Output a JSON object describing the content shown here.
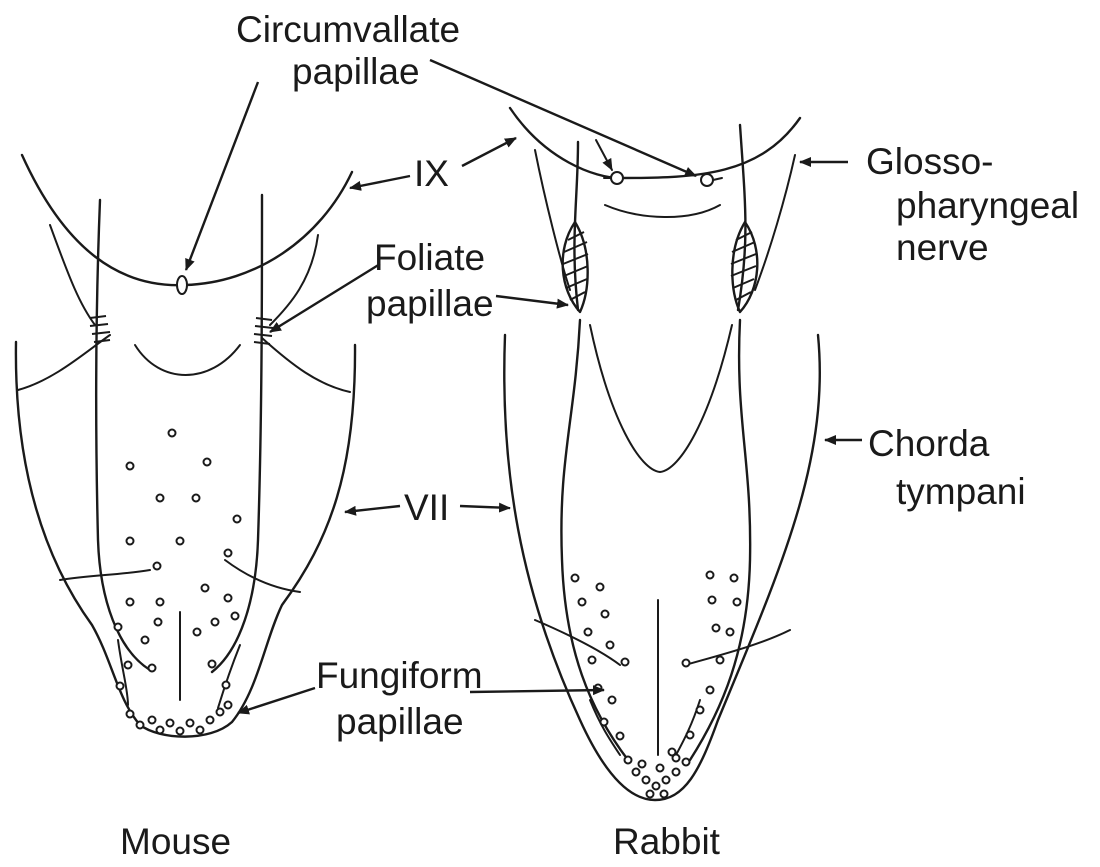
{
  "labels": {
    "circumvallate_1": "Circumvallate",
    "circumvallate_2": "papillae",
    "ix": "IX",
    "glosso_1": "Glosso-",
    "glosso_2": "pharyngeal",
    "glosso_3": "nerve",
    "foliate_1": "Foliate",
    "foliate_2": "papillae",
    "chorda_1": "Chorda",
    "chorda_2": "tympani",
    "vii": "VII",
    "fungiform_1": "Fungiform",
    "fungiform_2": "papillae",
    "mouse": "Mouse",
    "rabbit": "Rabbit"
  }
}
